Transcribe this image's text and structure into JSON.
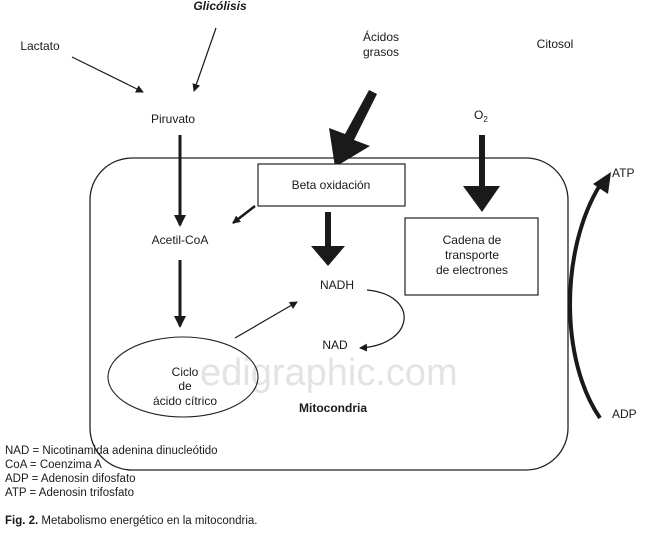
{
  "diagram": {
    "top_label": "Glicólisis",
    "lactato": "Lactato",
    "acidos_grasos": [
      "Ácidos",
      "grasos"
    ],
    "citosol": "Citosol",
    "piruvato": "Piruvato",
    "o2": "O",
    "o2_sub": "2",
    "beta_oxidacion": "Beta oxidación",
    "acetil_coa": "Acetil-CoA",
    "cadena": [
      "Cadena de",
      "transporte",
      "de electrones"
    ],
    "nadh": "NADH",
    "nad": "NAD",
    "ciclo": [
      "Ciclo",
      "de",
      "ácido cítrico"
    ],
    "mitocondria": "Mitocondria",
    "atp": "ATP",
    "adp": "ADP",
    "watermark": "edigraphic.com"
  },
  "legend": [
    "NAD = Nicotinamida adenina dinucleótido",
    "CoA = Coenzima A",
    "ADP = Adenosin difosfato",
    "ATP = Adenosin trifosfato"
  ],
  "caption": {
    "label": "Fig. 2.",
    "text": " Metabolismo energético en la mitocondria."
  }
}
